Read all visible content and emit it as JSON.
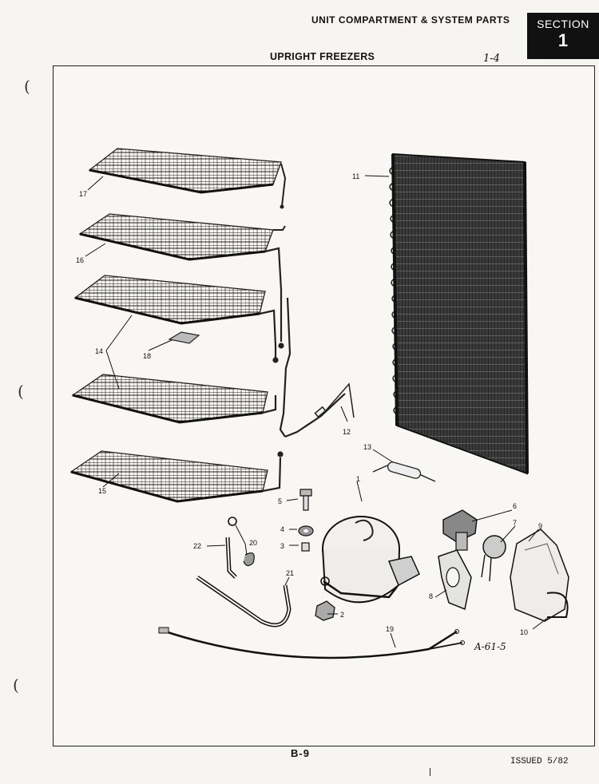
{
  "header": {
    "category": "UNIT COMPARTMENT & SYSTEM PARTS",
    "section_label": "SECTION",
    "section_number": "1"
  },
  "page_title": "UPRIGHT FREEZERS",
  "handwritten_top": "1-4",
  "diagram": {
    "callouts": [
      "1",
      "2",
      "3",
      "4",
      "5",
      "6",
      "7",
      "8",
      "9",
      "10",
      "11",
      "12",
      "13",
      "14",
      "15",
      "16",
      "17",
      "18",
      "19",
      "20",
      "21",
      "22"
    ],
    "handwritten_code": "A-61-5"
  },
  "footer": {
    "page_number": "B-9",
    "issued": "ISSUED 5/82"
  }
}
